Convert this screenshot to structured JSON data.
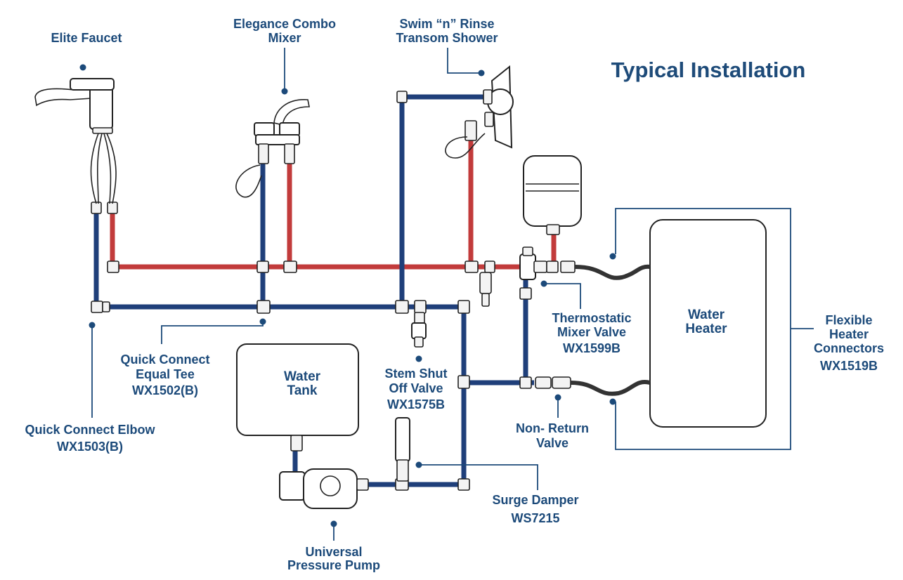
{
  "title": "Typical Installation",
  "labels": {
    "elite_faucet": "Elite Faucet",
    "combo_mixer_1": "Elegance Combo",
    "combo_mixer_2": "Mixer",
    "swim_rinse_1": "Swim “n” Rinse",
    "swim_rinse_2": "Transom Shower",
    "tee_1": "Quick Connect",
    "tee_2": "Equal Tee",
    "tee_3": "WX1502(B)",
    "elbow_1": "Quick Connect Elbow",
    "elbow_2": "WX1503(B)",
    "tank_1": "Water",
    "tank_2": "Tank",
    "stem_1": "Stem Shut",
    "stem_2": "Off Valve",
    "stem_3": "WX1575B",
    "thermo_1": "Thermostatic",
    "thermo_2": "Mixer Valve",
    "thermo_3": "WX1599B",
    "heater_1": "Water",
    "heater_2": "Heater",
    "flex_1": "Flexible",
    "flex_2": "Heater",
    "flex_3": "Connectors",
    "flex_4": "WX1519B",
    "nonreturn_1": "Non- Return",
    "nonreturn_2": "Valve",
    "surge_1": "Surge Damper",
    "surge_2": "WS7215",
    "pump_1": "Universal",
    "pump_2": "Pressure Pump"
  },
  "colors": {
    "cold_pipe": "#1f3f7a",
    "hot_pipe": "#c23b3b",
    "label": "#1c4a7a"
  }
}
